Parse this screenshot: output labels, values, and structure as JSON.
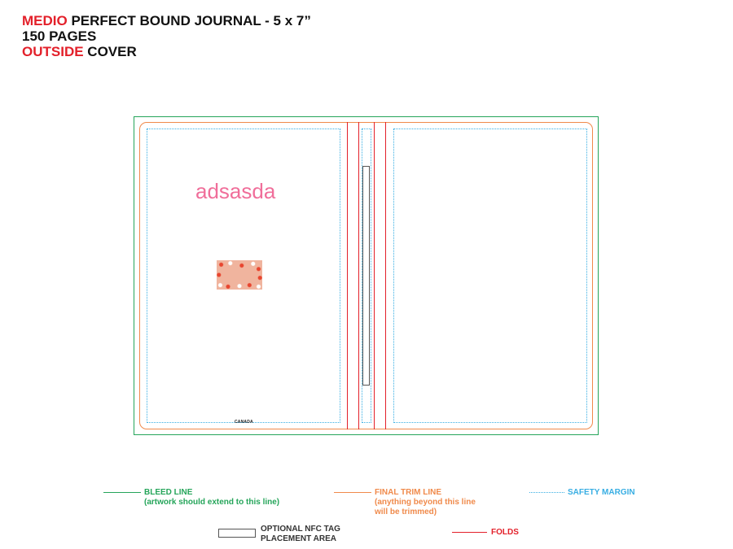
{
  "header": {
    "line1_accent": "MEDIO",
    "line1_rest": "PERFECT BOUND JOURNAL - 5 x 7”",
    "line2": "150 PAGES",
    "line3_accent": "OUTSIDE",
    "line3_rest": "COVER"
  },
  "cover": {
    "front_text": "adsasda",
    "brand_mark": "CANADA"
  },
  "legend": {
    "bleed_title": "BLEED LINE",
    "bleed_note": "(artwork should extend to this line)",
    "trim_title": "FINAL TRIM LINE",
    "trim_note_1": "(anything beyond this line",
    "trim_note_2": "will be trimmed)",
    "safety_title": "SAFETY MARGIN",
    "nfc_title_1": "OPTIONAL NFC TAG",
    "nfc_title_2": "PLACEMENT AREA",
    "folds_title": "FOLDS"
  },
  "colors": {
    "accent_red": "#e3202a",
    "bleed_green": "#25a55a",
    "trim_orange": "#f08a4b",
    "safety_blue": "#38aee3",
    "cover_text_pink": "#f06e9a"
  }
}
